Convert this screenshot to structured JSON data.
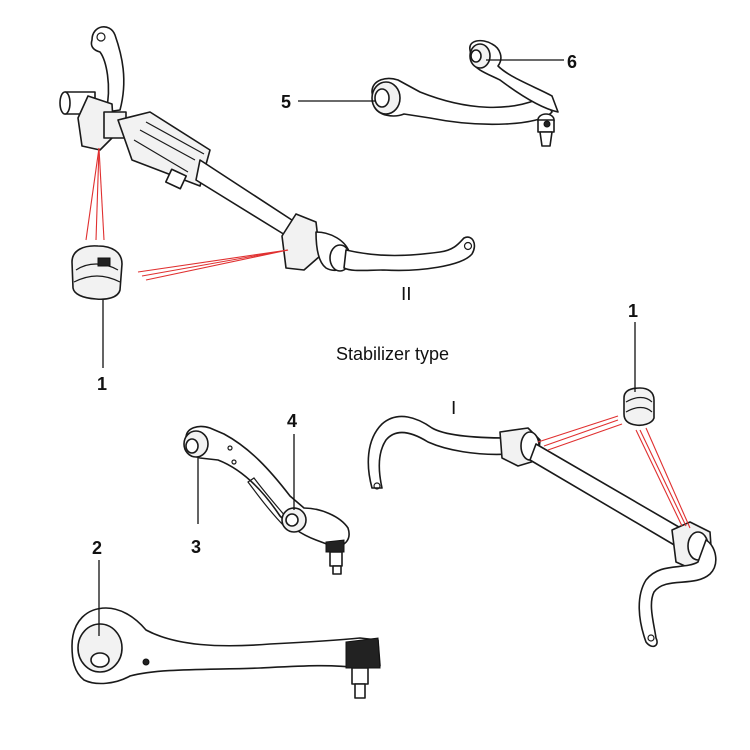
{
  "caption": "Stabilizer type",
  "stabilizer_types": {
    "type_one": "I",
    "type_two": "II"
  },
  "callouts": [
    "1",
    "1",
    "2",
    "3",
    "4",
    "5",
    "6"
  ],
  "colors": {
    "outline": "#1a1a1a",
    "leader_red": "#e03030",
    "background": "#ffffff"
  }
}
